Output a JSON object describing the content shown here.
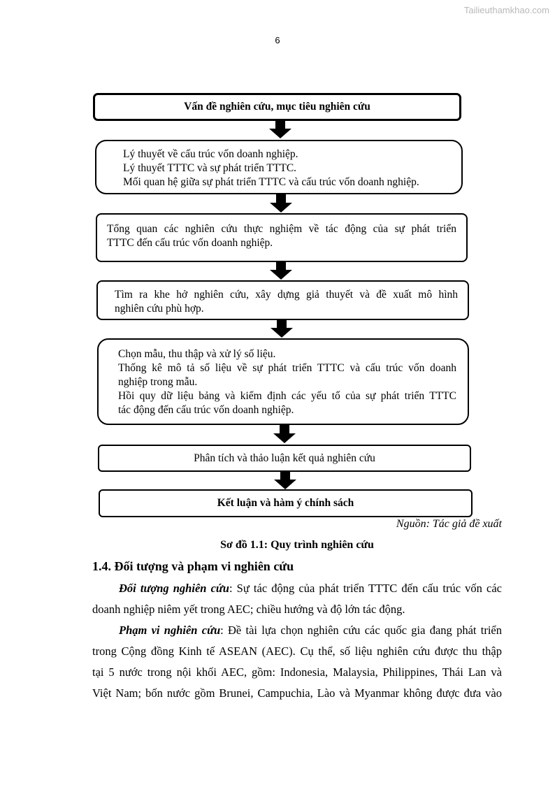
{
  "watermark": "Tailieuthamkhao.com",
  "page_number": "6",
  "flowchart": {
    "box1": "Vấn đề nghiên cứu, mục tiêu nghiên cứu",
    "box2": [
      "Lý thuyết về cấu trúc vốn doanh nghiệp.",
      "Lý thuyết TTTC và sự phát triển TTTC.",
      "Mối quan hệ giữa sự phát triển TTTC và cấu trúc vốn doanh nghiệp."
    ],
    "box3": [
      "Tổng quan các nghiên cứu thực nghiệm về tác động của sự phát triển",
      "TTTC đến cấu trúc vốn doanh nghiệp."
    ],
    "box4": [
      "Tìm ra khe hở nghiên cứu, xây dựng giả thuyết và đề xuất mô hình",
      "nghiên cứu phù hợp."
    ],
    "box5": [
      "Chọn mẫu, thu thập và xử lý số liệu.",
      "Thống kê mô tả số liệu về sự phát triển TTTC và cấu trúc vốn doanh",
      "nghiệp trong mẫu.",
      "Hồi quy dữ liệu bảng và kiểm định các yếu tố của sự phát triển TTTC",
      "tác động đến cấu trúc vốn doanh nghiệp."
    ],
    "box6": "Phân tích và thảo luận kết quả nghiên cứu",
    "box7": "Kết luận và hàm ý chính sách"
  },
  "source": "Nguồn: Tác giả đề xuất",
  "caption": "Sơ đồ 1.1: Quy trình nghiên cứu",
  "section_heading": "1.4.  Đối tượng và phạm vi nghiên cứu",
  "paragraphs": {
    "p1": {
      "term": "Đối tượng nghiên cứu",
      "line1_rest": ": Sự tác động của phát triển TTTC đến cấu trúc vốn các",
      "line2": "doanh nghiệp niêm yết trong AEC; chiều hướng và độ lớn tác động."
    },
    "p2": {
      "term": "Phạm vi nghiên cứu",
      "line1_rest": ": Đề tài lựa chọn nghiên cứu các quốc gia đang phát triển",
      "line2": "trong Cộng đồng Kinh tế ASEAN (AEC). Cụ thể, số liệu nghiên cứu được thu thập",
      "line3": "tại 5 nước trong nội khối AEC, gồm: Indonesia, Malaysia, Philippines, Thái Lan và",
      "line4": "Việt Nam; bốn nước gồm Brunei, Campuchia, Lào và Myanmar không được đưa vào"
    }
  }
}
